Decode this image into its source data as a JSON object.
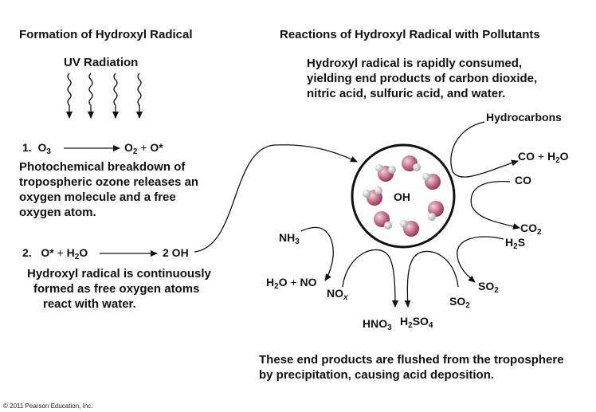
{
  "left": {
    "title": "Formation of Hydroxyl Radical",
    "uv_label": "UV Radiation",
    "step1": {
      "number": "1.",
      "reactant": "O",
      "reactant_sub": "3",
      "product_a": "O",
      "product_a_sub": "2",
      "plus": "+",
      "product_b": "O*",
      "desc": [
        "Photochemical breakdown of",
        "tropospheric ozone releases an",
        "oxygen molecule and a free",
        "oxygen atom."
      ]
    },
    "step2": {
      "number": "2.",
      "reactant_a": "O*",
      "plus": "+",
      "reactant_b": "H",
      "reactant_b_sub": "2",
      "reactant_b_tail": "O",
      "product": "2 OH",
      "desc": [
        "Hydroxyl radical is continuously",
        "formed as free oxygen atoms",
        "react with water."
      ]
    }
  },
  "right": {
    "title": "Reactions of Hydroxyl Radical with Pollutants",
    "intro": [
      "Hydroxyl radical is rapidly consumed,",
      "yielding end products of carbon dioxide,",
      "nitric acid, sulfuric acid, and water."
    ],
    "center_label": "OH",
    "hydrocarbons": "Hydrocarbons",
    "co_h2o": {
      "a": "CO",
      "plus": "+",
      "b": "H",
      "b_sub": "2",
      "b_tail": "O"
    },
    "co": "CO",
    "co2": {
      "a": "CO",
      "sub": "2"
    },
    "h2s": {
      "a": "H",
      "sub": "2",
      "tail": "S"
    },
    "so2_right": {
      "a": "SO",
      "sub": "2"
    },
    "so2_left": {
      "a": "SO",
      "sub": "2"
    },
    "h2so4": {
      "a": "H",
      "sub1": "2",
      "b": "SO",
      "sub2": "4"
    },
    "hno3": {
      "a": "HNO",
      "sub": "3"
    },
    "nox": {
      "a": "NO",
      "sub": "x"
    },
    "h2o_no": {
      "a": "H",
      "sub": "2",
      "b": "O",
      "plus": "+",
      "c": "NO"
    },
    "nh3": {
      "a": "NH",
      "sub": "3"
    },
    "footer": [
      "These end products are flushed from the troposphere",
      "by precipitation, causing acid deposition."
    ]
  },
  "copyright": "© 2011 Pearson Education, Inc.",
  "colors": {
    "oxygen": "#c77088",
    "hydrogen": "#d8d8d8",
    "ink": "#111111"
  }
}
